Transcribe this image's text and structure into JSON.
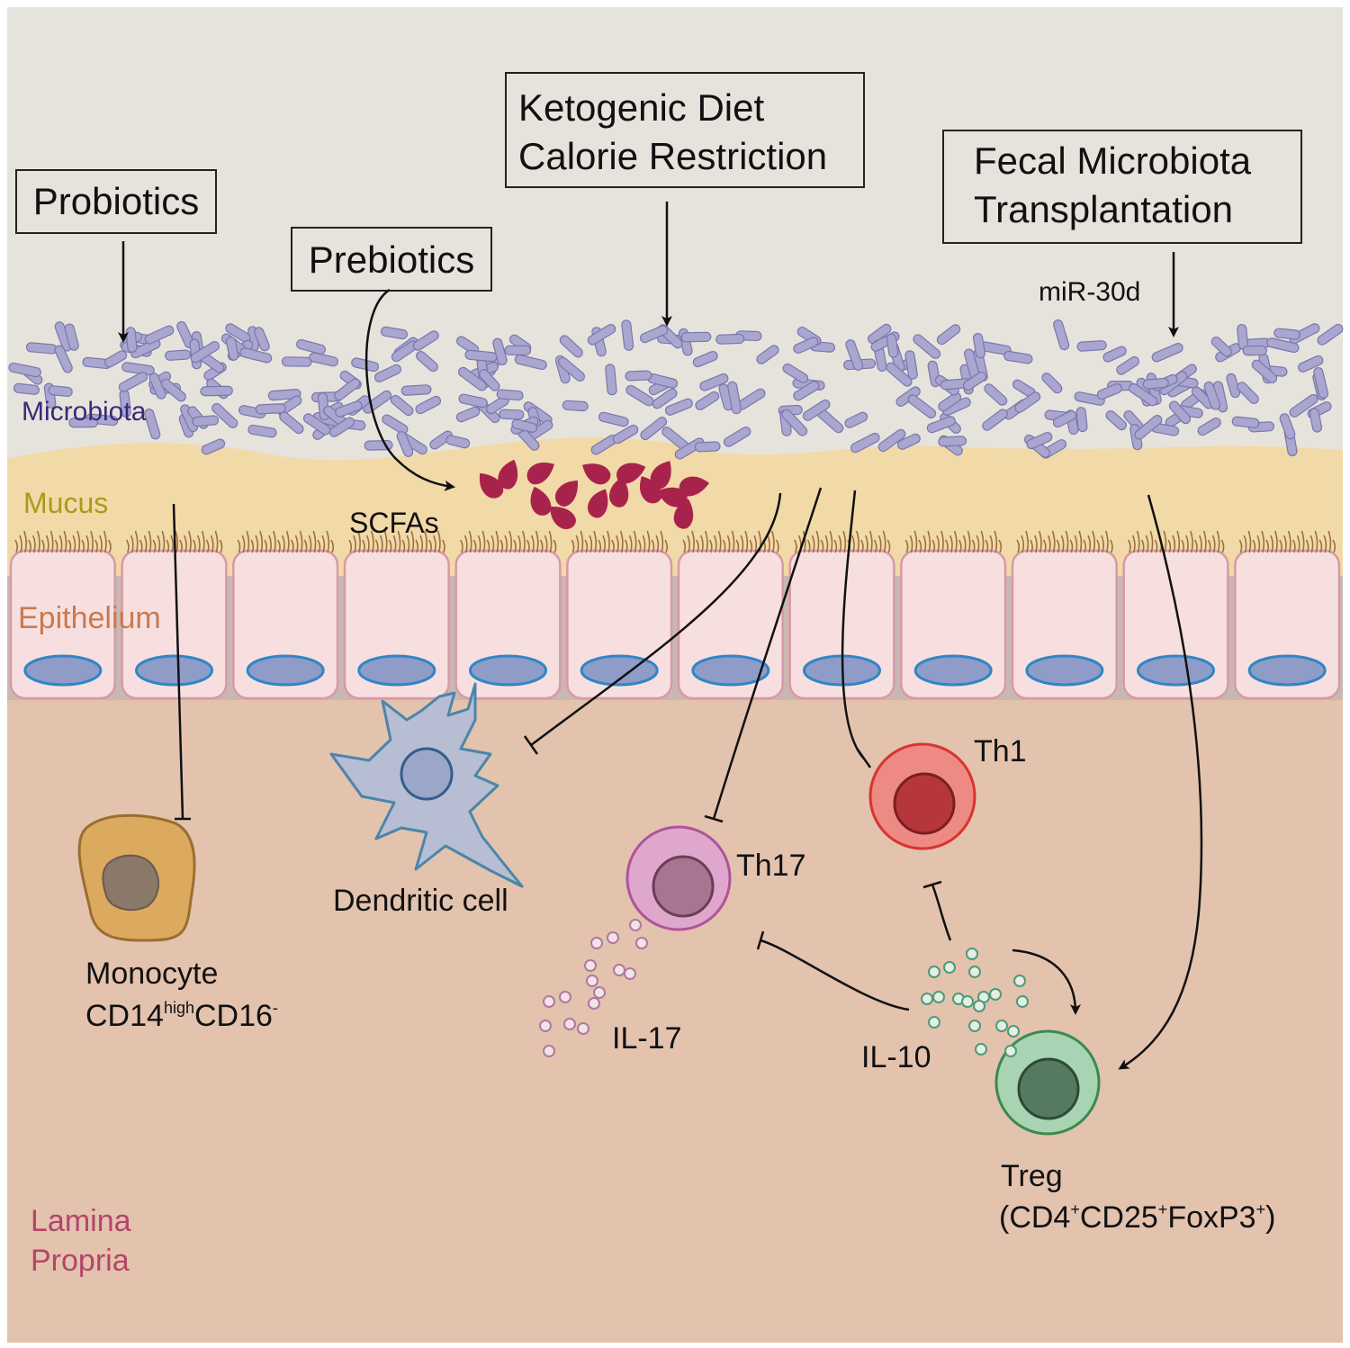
{
  "boxes": {
    "probiotics": "Probiotics",
    "prebiotics": "Prebiotics",
    "keto_line1": "Ketogenic Diet",
    "keto_line2": "Calorie Restriction",
    "fmt_line1": "Fecal Microbiota",
    "fmt_line2": "Transplantation"
  },
  "layers": {
    "microbiota": "Microbiota",
    "mucus": "Mucus",
    "epithelium": "Epithelium",
    "lamina_line1": "Lamina",
    "lamina_line2": "Propria"
  },
  "labels": {
    "mir": "miR-30d",
    "scfas": "SCFAs",
    "dendritic": "Dendritic cell",
    "monocyte": "Monocyte",
    "monocyte_cd14": "CD14",
    "monocyte_high": "high",
    "monocyte_cd16": "CD16",
    "monocyte_minus": "-",
    "th1": "Th1",
    "th17": "Th17",
    "il17": "IL-17",
    "il10": "IL-10",
    "treg": "Treg",
    "treg_open": "(CD4",
    "treg_plus": "+",
    "treg_cd25": "CD25",
    "treg_foxp3": "FoxP3",
    "treg_close": ")"
  },
  "colors": {
    "background_top": "#e6e3dc",
    "mucus": "#f2d9a8",
    "lamina": "#e3c2ae",
    "bacteria": "#a9a6cf",
    "scfa": "#a8234b",
    "microbiota_label": "#3a2a7a",
    "mucus_label": "#a89b1a",
    "epithelium_label": "#c97a4e",
    "lamina_label": "#b4456a",
    "dendritic": "#b7bdd3",
    "monocyte": "#dcaa5f",
    "th1": "#ee8a84",
    "th17": "#e0a7cc",
    "treg": "#a9d4b3"
  },
  "icons": [
    "bacteria-rod-icon",
    "scfa-drop-icon",
    "epithelial-cell-icon",
    "cytokine-dot-icon"
  ]
}
